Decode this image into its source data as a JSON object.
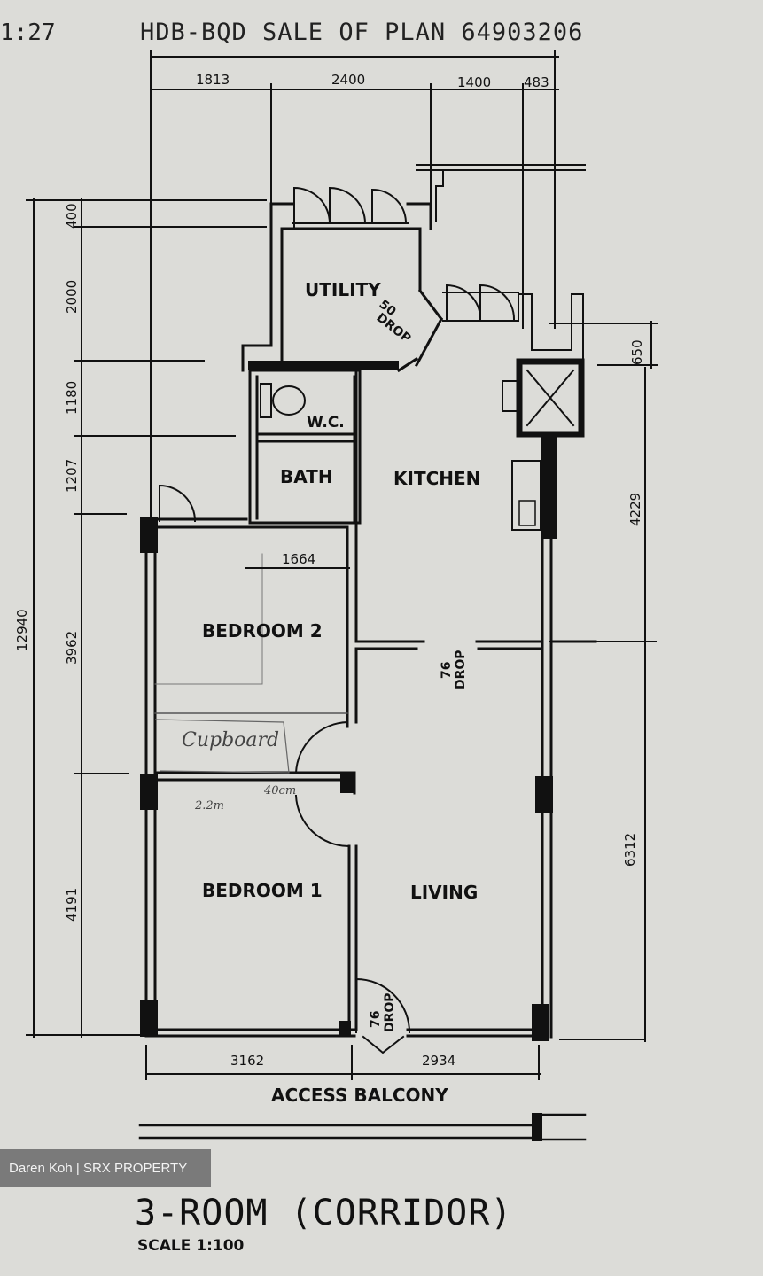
{
  "header": {
    "page_corner": "1:27",
    "title": "HDB-BQD SALE OF PLAN 64903206"
  },
  "rooms": {
    "utility": "UTILITY",
    "wc": "W.C.",
    "bath": "BATH",
    "kitchen": "KITCHEN",
    "bedroom2": "BEDROOM 2",
    "bedroom1": "BEDROOM 1",
    "living": "LIVING"
  },
  "drops": {
    "utility_drop_value": "50",
    "utility_drop_word": "DROP",
    "kitchen_living_drop_value": "76",
    "kitchen_living_drop_word": "DROP",
    "entrance_drop_value": "76",
    "entrance_drop_word": "DROP"
  },
  "dimensions": {
    "top": [
      "1813",
      "2400",
      "1400",
      "483"
    ],
    "left_total": "12940",
    "left_segments": [
      "400",
      "2000",
      "1180",
      "1207",
      "3962",
      "4191"
    ],
    "right": [
      "650",
      "4229",
      "6312"
    ],
    "bottom": [
      "3162",
      "2934"
    ],
    "bedroom2_width": "1664"
  },
  "handwritten": {
    "cupboard": "Cupboard",
    "length": "2.2m",
    "depth": "40cm"
  },
  "access_balcony": "ACCESS BALCONY",
  "footer": {
    "watermark": "Daren Koh | SRX PROPERTY",
    "plan_title": "3-ROOM (CORRIDOR)",
    "scale": "SCALE 1:100"
  },
  "colors": {
    "paper": "#dcdcd8",
    "ink": "#111111",
    "watermark_bg": "#5f5f5f"
  }
}
